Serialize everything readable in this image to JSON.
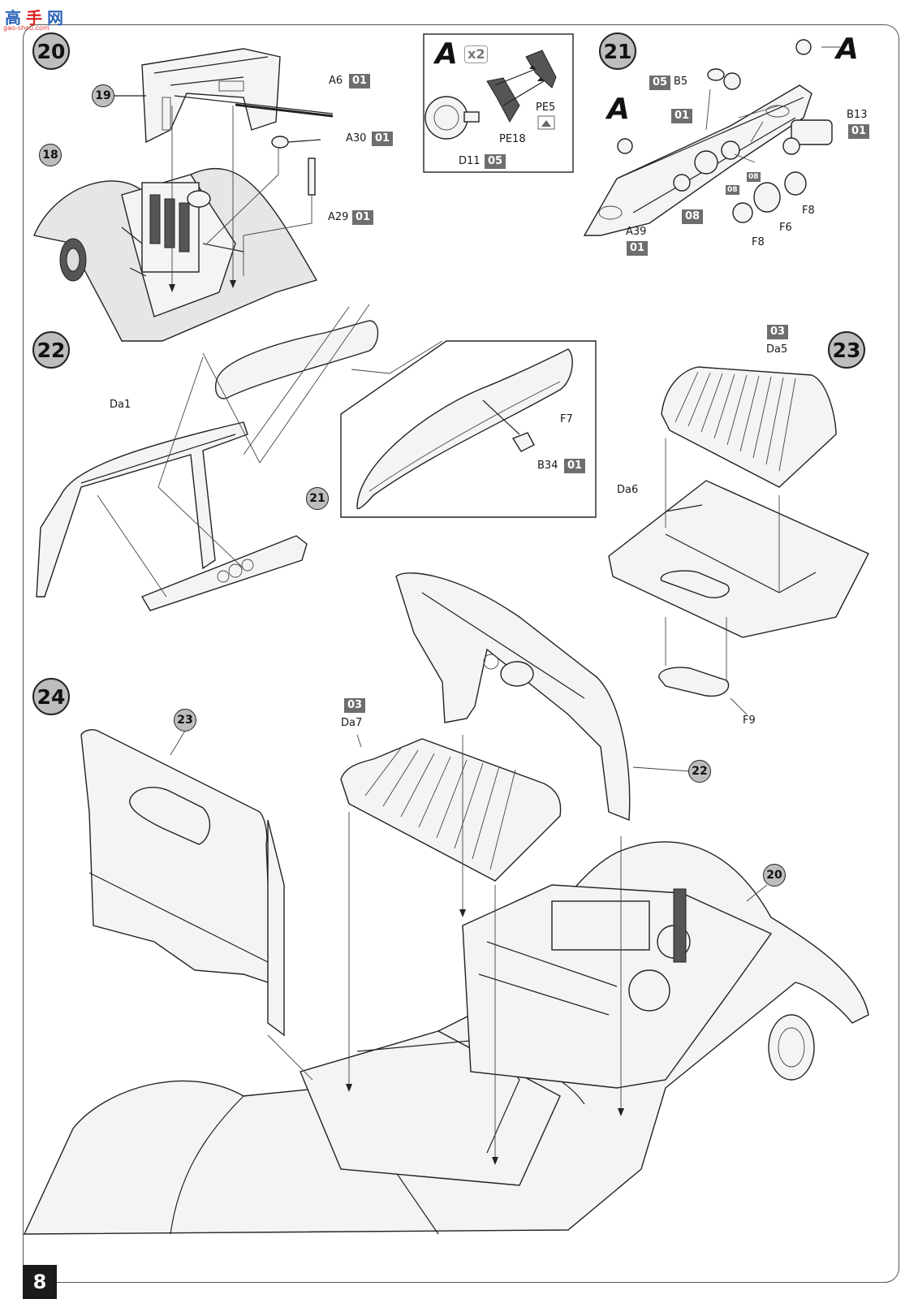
{
  "page": {
    "number": "8"
  },
  "watermark": {
    "chars": [
      "高",
      "手",
      "网"
    ],
    "url": "gao-shou.com"
  },
  "steps": {
    "s20": "20",
    "s21": "21",
    "s22": "22",
    "s23": "23",
    "s24": "24"
  },
  "refs": {
    "r19": "19",
    "r18": "18",
    "r21": "21",
    "r22": "22",
    "r23": "23",
    "r20": "20"
  },
  "inset_a": {
    "letter": "A",
    "multiplier": "x2"
  },
  "sub_a": {
    "letter": "A"
  },
  "parts": {
    "A6": "A6",
    "A30": "A30",
    "A29": "A29",
    "D11": "D11",
    "PE18": "PE18",
    "PE5": "PE5",
    "B5": "B5",
    "B13": "B13",
    "A39": "A39",
    "F8a": "F8",
    "F8b": "F8",
    "F6": "F6",
    "Da1": "Da1",
    "F7": "F7",
    "B34": "B34",
    "Da5": "Da5",
    "Da6": "Da6",
    "F9": "F9",
    "Da7": "Da7"
  },
  "sprues": {
    "A6": "01",
    "A30": "01",
    "A29": "01",
    "D11": "05",
    "B5": "05",
    "B13": "01",
    "gauge": "01",
    "g08a": "08",
    "g08b": "08",
    "F8": "08",
    "A39": "01",
    "B34": "01",
    "Da5": "03",
    "Da7": "03"
  }
}
